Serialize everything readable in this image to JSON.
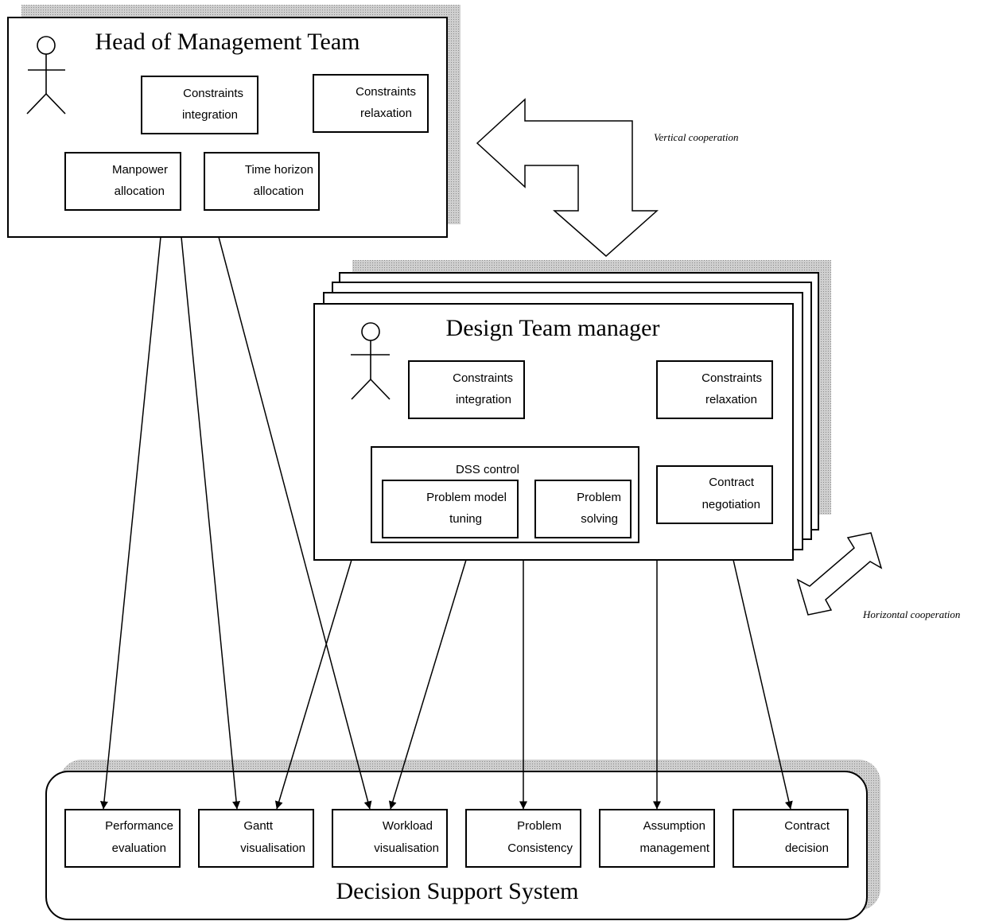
{
  "head_panel": {
    "title": "Head of Management Team",
    "boxes": [
      {
        "line1": "Constraints",
        "line2": "integration"
      },
      {
        "line1": "Constraints",
        "line2": "relaxation"
      },
      {
        "line1": "Manpower",
        "line2": "allocation"
      },
      {
        "line1": "Time horizon",
        "line2": "allocation"
      }
    ]
  },
  "design_panel": {
    "title": "Design Team manager",
    "boxes": [
      {
        "line1": "Constraints",
        "line2": "integration"
      },
      {
        "line1": "Constraints",
        "line2": "relaxation"
      },
      {
        "line1": "Contract",
        "line2": "negotiation"
      }
    ],
    "dss_control": {
      "label": "DSS control",
      "boxes": [
        {
          "line1": "Problem model",
          "line2": "tuning"
        },
        {
          "line1": "Problem",
          "line2": "solving"
        }
      ]
    }
  },
  "dss_panel": {
    "title": "Decision Support System",
    "modules": [
      {
        "line1": "Performance",
        "line2": "evaluation"
      },
      {
        "line1": "Gantt",
        "line2": "visualisation"
      },
      {
        "line1": "Workload",
        "line2": "visualisation"
      },
      {
        "line1": "Problem",
        "line2": "Consistency"
      },
      {
        "line1": "Assumption",
        "line2": "management"
      },
      {
        "line1": "Contract",
        "line2": "decision"
      }
    ]
  },
  "annotations": {
    "vertical": "Vertical cooperation",
    "horizontal": "Horizontal cooperation"
  },
  "colors": {
    "line": "#000000",
    "shadow_base": "#c9c9c9",
    "shadow_grid": "#8a8a8a"
  }
}
